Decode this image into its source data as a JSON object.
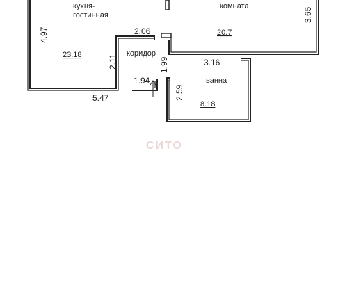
{
  "rooms": {
    "kitchen_living": {
      "name_line1": "кухня-",
      "name_line2": "гостинная",
      "area": "23.18"
    },
    "room": {
      "name": "комната",
      "area": "20.7"
    },
    "corridor": {
      "name": "коридор"
    },
    "bathroom": {
      "name": "ванна",
      "area": "8.18"
    }
  },
  "dimensions": {
    "kitchen_height": "4.97",
    "kitchen_width": "5.47",
    "kitchen_notch": "2.11",
    "corridor_top": "2.06",
    "corridor_width": "1.94",
    "corridor_right": "1.99",
    "room_height": "3.65",
    "bath_width": "3.16",
    "bath_height": "2.59"
  },
  "entrance_icon": "up-arrow-icon",
  "watermark": "СИТО"
}
